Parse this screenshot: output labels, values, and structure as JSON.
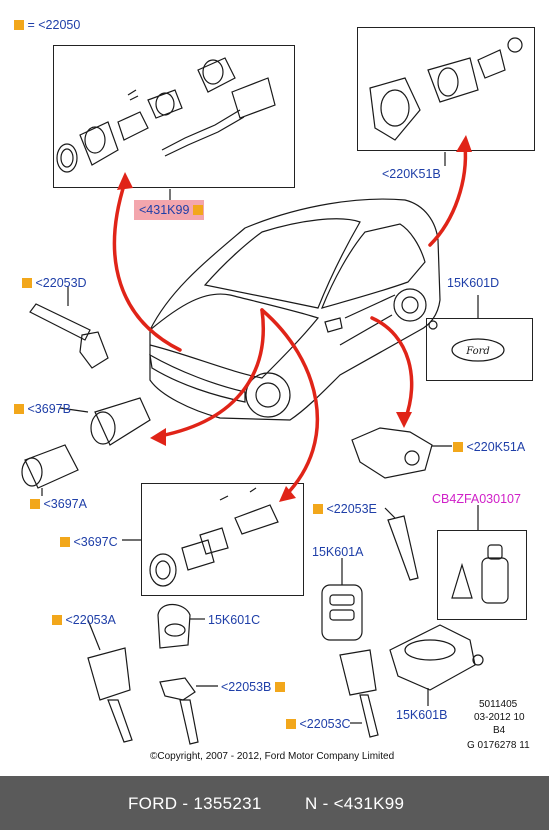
{
  "legend": {
    "text": "= <22050"
  },
  "labels": {
    "p431K99": "<431K99",
    "p220K51B": "<220K51B",
    "p22053D": "<22053D",
    "p15K601D": "15K601D",
    "p3697B": "<3697B",
    "p3697A": "<3697A",
    "p220K51A": "<220K51A",
    "p22053E": "<22053E",
    "pCB4ZFA": "CB4ZFA030107",
    "p3697C": "<3697C",
    "p15K601A": "15K601A",
    "p22053A": "<22053A",
    "p15K601C": "15K601C",
    "p22053B": "<22053B",
    "p22053C": "<22053C",
    "p15K601B": "15K601B"
  },
  "ref": {
    "line1": "5011405",
    "line2": "03-2012 10",
    "line3": "B4",
    "line4": "G 0176278 11"
  },
  "copyright": "©Copyright, 2007 - 2012, Ford Motor Company Limited",
  "badge": {
    "logo_text": "Ford"
  },
  "footer": {
    "brand": "FORD - 1355231",
    "part": "N - <431K99"
  },
  "colors": {
    "label_blue": "#1f3fa8",
    "marker_orange": "#f2a71b",
    "arrow_red": "#e02418",
    "highlight": "#f3a6ad",
    "footer_bg": "#5a5a5a",
    "magenta": "#d020c8"
  }
}
